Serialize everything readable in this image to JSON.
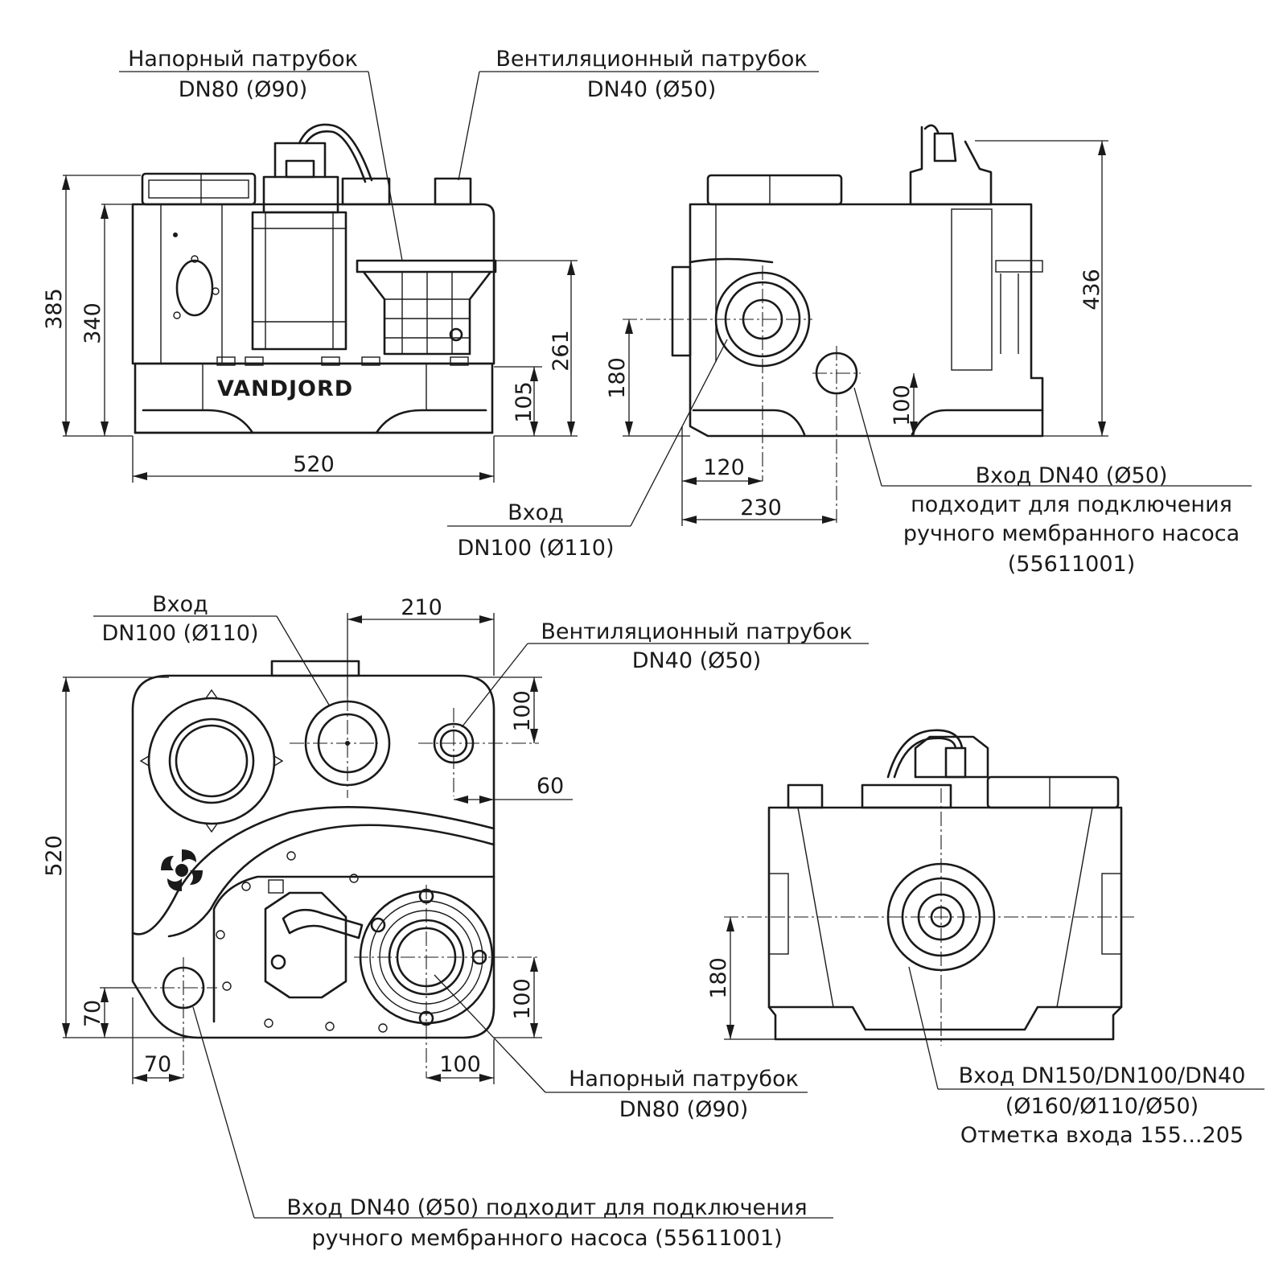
{
  "brand": {
    "logo_text": "VANDJORD"
  },
  "labels": {
    "front_outlet": "Напорный патрубок",
    "front_outlet_size": "DN80 (Ø90)",
    "front_vent": "Вентиляционный патрубок",
    "front_vent_size": "DN40 (Ø50)",
    "side_inlet": "Вход",
    "side_inlet_size": "DN100 (Ø110)",
    "side_small_inlet_1": "Вход DN40 (Ø50)",
    "side_small_inlet_2": "подходит для подключения",
    "side_small_inlet_3": "ручного мембранного насоса",
    "side_small_inlet_4": "(55611001)",
    "top_inlet": "Вход",
    "top_inlet_size": "DN100 (Ø110)",
    "top_vent": "Вентиляционный патрубок",
    "top_vent_size": "DN40 (Ø50)",
    "top_outlet": "Напорный патрубок",
    "top_outlet_size": "DN80 (Ø90)",
    "top_small_inlet_1": "Вход DN40 (Ø50) подходит для подключения",
    "top_small_inlet_2": "ручного мембранного насоса (55611001)",
    "rear_inlet_1": "Вход DN150/DN100/DN40",
    "rear_inlet_2": "(Ø160/Ø110/Ø50)",
    "rear_inlet_3": "Отметка входа 155...205"
  },
  "dimensions": {
    "front_height_total": "385",
    "front_height_body": "340",
    "front_height_outlet": "261",
    "front_height_logo": "105",
    "front_width": "520",
    "side_height_total": "436",
    "side_height_inlet": "180",
    "side_height_small_inlet": "100",
    "side_offset_inlet": "120",
    "side_offset_small_inlet": "230",
    "top_width_vent": "210",
    "top_vent_y": "100",
    "top_vent_x": "60",
    "top_depth": "520",
    "top_outlet_y": "100",
    "top_outlet_x": "100",
    "top_small_y": "70",
    "top_small_x": "70",
    "rear_height_inlet": "180"
  }
}
